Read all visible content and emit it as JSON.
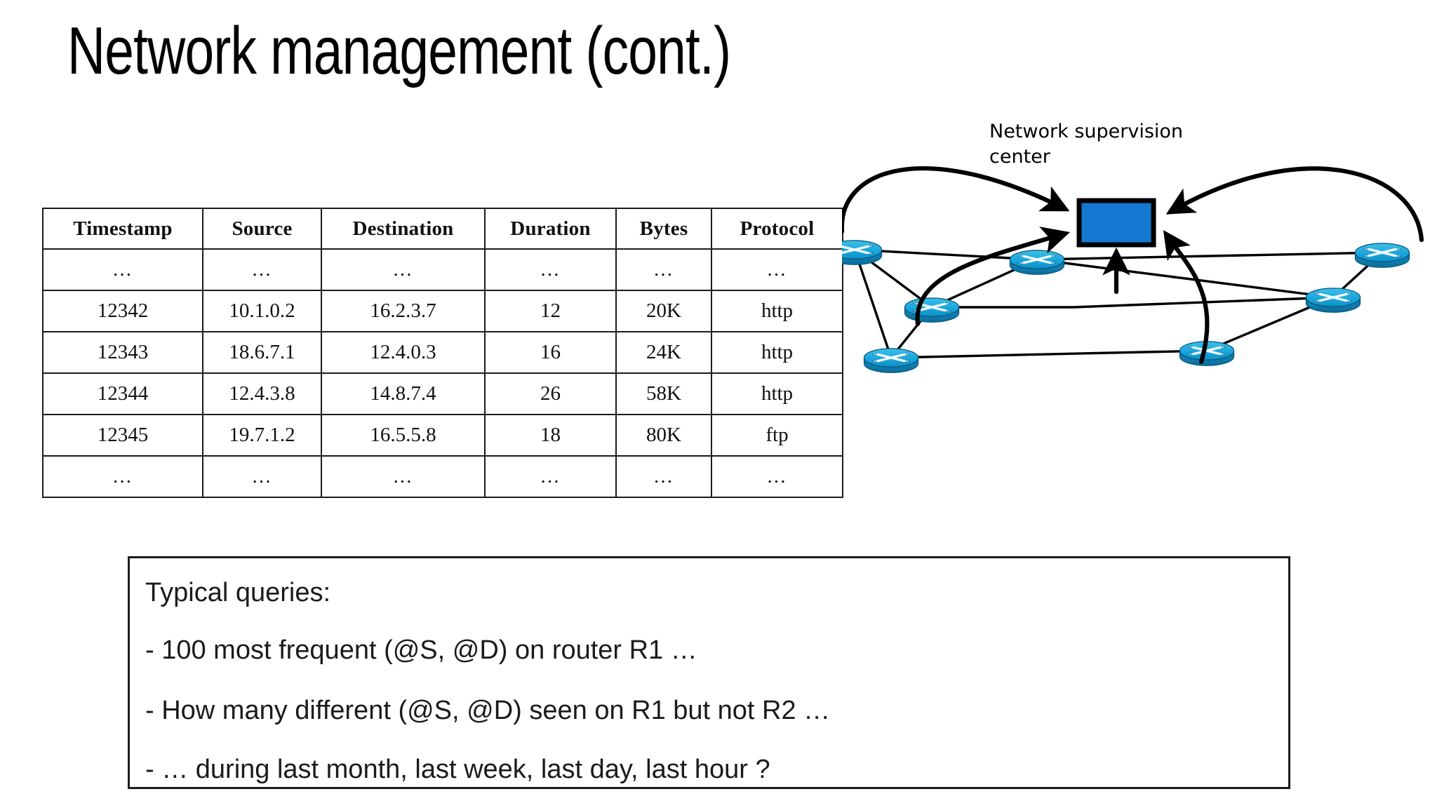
{
  "slide": {
    "title": "Network management (cont.)",
    "background_color": "#ffffff"
  },
  "flow_table": {
    "columns": [
      "Timestamp",
      "Source",
      "Destination",
      "Duration",
      "Bytes",
      "Protocol"
    ],
    "rows": [
      [
        "…",
        "…",
        "…",
        "…",
        "…",
        "…"
      ],
      [
        "12342",
        "10.1.0.2",
        "16.2.3.7",
        "12",
        "20K",
        "http"
      ],
      [
        "12343",
        "18.6.7.1",
        "12.4.0.3",
        "16",
        "24K",
        "http"
      ],
      [
        "12344",
        "12.4.3.8",
        "14.8.7.4",
        "26",
        "58K",
        "http"
      ],
      [
        "12345",
        "19.7.1.2",
        "16.5.5.8",
        "18",
        "80K",
        "ftp"
      ],
      [
        "…",
        "…",
        "…",
        "…",
        "…",
        "…"
      ]
    ]
  },
  "diagram": {
    "label_line_1": "Network supervision",
    "label_line_2": "center",
    "supervision_center_color": "#1478d0",
    "router_color": "#17a3d6",
    "router_count": 7,
    "router_icon": "router-icon",
    "arrow_count": 5
  },
  "queries": {
    "heading": "Typical queries:",
    "items": [
      "- 100 most frequent (@S, @D) on router R1 …",
      "- How many different (@S, @D) seen on R1 but not R2 …",
      "- … during last month, last week, last day, last hour ?"
    ]
  }
}
